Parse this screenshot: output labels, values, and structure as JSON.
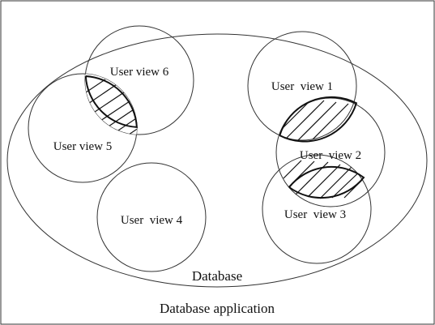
{
  "diagram": {
    "caption": "Database application",
    "database_label": "Database",
    "views": [
      {
        "id": "v6",
        "label": "User view 6"
      },
      {
        "id": "v1",
        "label": "User  view 1"
      },
      {
        "id": "v5",
        "label": "User view 5"
      },
      {
        "id": "v2",
        "label": "User  view 2"
      },
      {
        "id": "v4",
        "label": "User  view 4"
      },
      {
        "id": "v3",
        "label": "User  view 3"
      }
    ],
    "overlaps": [
      {
        "between": [
          "User view 6",
          "User view 5"
        ],
        "style": "hatched"
      },
      {
        "between": [
          "User  view 1",
          "User  view 2"
        ],
        "style": "hatched"
      },
      {
        "between": [
          "User  view 2",
          "User  view 3"
        ],
        "style": "hatched"
      }
    ]
  }
}
